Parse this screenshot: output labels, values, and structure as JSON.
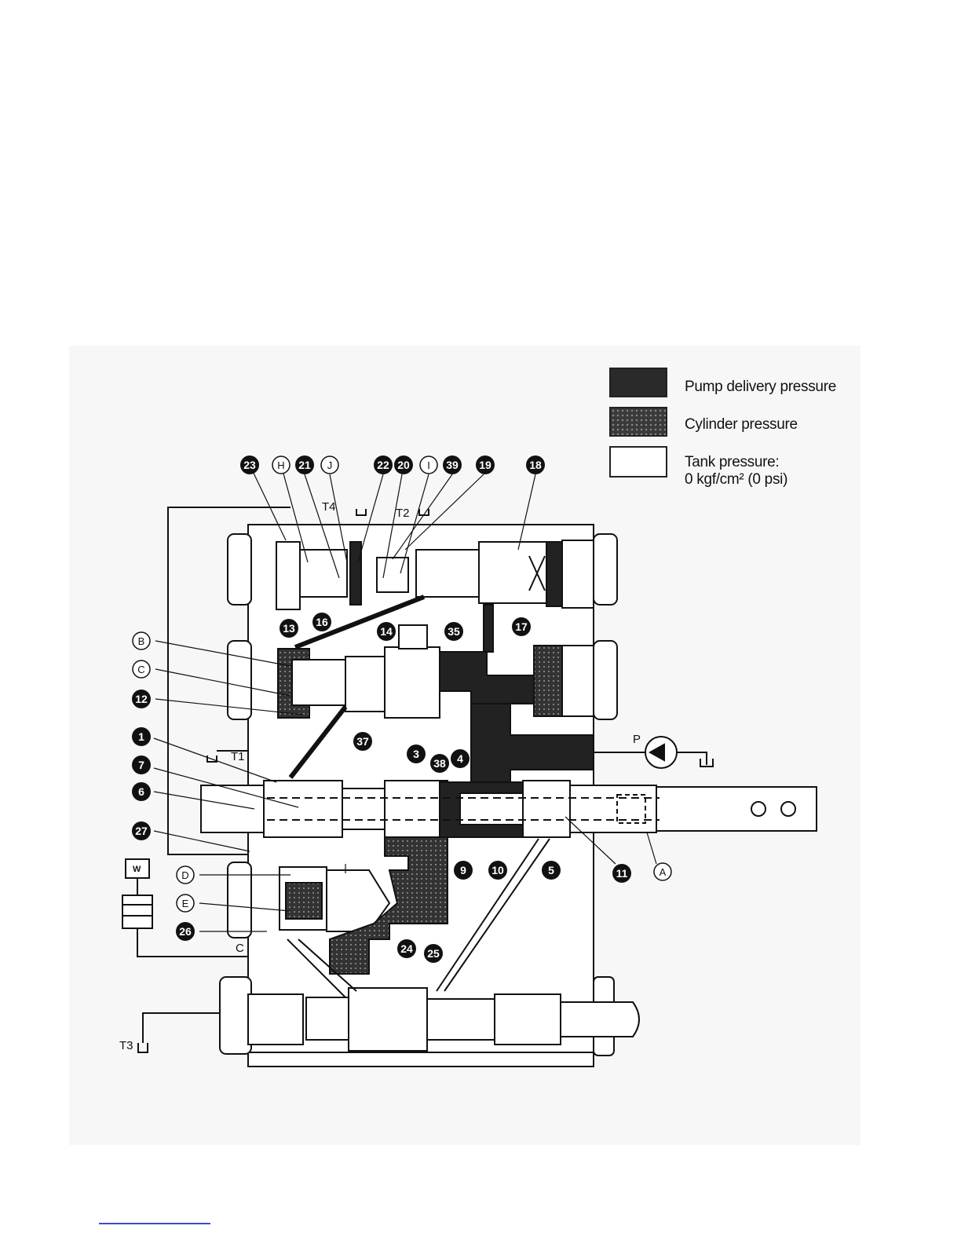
{
  "legend": {
    "pump": "Pump delivery pressure",
    "cylinder": "Cylinder pressure",
    "tank_line1": "Tank pressure:",
    "tank_line2": "0 kgf/cm² (0 psi)"
  },
  "labels": {
    "n23": "23",
    "nH": "H",
    "n21": "21",
    "nJ": "J",
    "n22": "22",
    "n20": "20",
    "nI": "I",
    "n39": "39",
    "n19": "19",
    "n18": "18",
    "n13": "13",
    "n16": "16",
    "n14": "14",
    "n35": "35",
    "n17": "17",
    "nB": "B",
    "nC": "C",
    "n12": "12",
    "n1": "1",
    "n7": "7",
    "n6": "6",
    "n27": "27",
    "n37": "37",
    "n3": "3",
    "n38": "38",
    "n4": "4",
    "n9": "9",
    "n10": "10",
    "n5": "5",
    "n11": "11",
    "nA": "A",
    "nD": "D",
    "nE": "E",
    "n26": "26",
    "n24": "24",
    "n25": "25"
  },
  "ports": {
    "T4": "T4",
    "T2": "T2",
    "T1": "T1",
    "T3": "T3",
    "P": "P",
    "C": "C",
    "W": "W"
  }
}
